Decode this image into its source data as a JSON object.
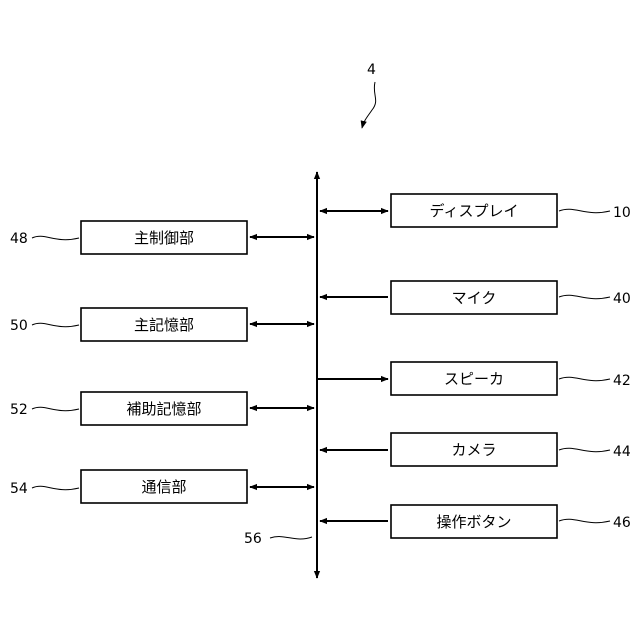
{
  "figure": {
    "overall_ref": "4",
    "bus_ref": "56",
    "left_blocks": [
      {
        "label": "主制御部",
        "ref": "48"
      },
      {
        "label": "主記憶部",
        "ref": "50"
      },
      {
        "label": "補助記憶部",
        "ref": "52"
      },
      {
        "label": "通信部",
        "ref": "54"
      }
    ],
    "right_blocks": [
      {
        "label": "ディスプレイ",
        "ref": "10"
      },
      {
        "label": "マイク",
        "ref": "40"
      },
      {
        "label": "スピーカ",
        "ref": "42"
      },
      {
        "label": "カメラ",
        "ref": "44"
      },
      {
        "label": "操作ボタン",
        "ref": "46"
      }
    ]
  },
  "chart_data": {
    "type": "diagram",
    "nodes": [
      "主制御部",
      "主記憶部",
      "補助記憶部",
      "通信部",
      "ディスプレイ",
      "マイク",
      "スピーカ",
      "カメラ",
      "操作ボタン"
    ],
    "edges": [
      {
        "from": "主制御部",
        "to": "bus",
        "direction": "both"
      },
      {
        "from": "主記憶部",
        "to": "bus",
        "direction": "both"
      },
      {
        "from": "補助記憶部",
        "to": "bus",
        "direction": "both"
      },
      {
        "from": "通信部",
        "to": "bus",
        "direction": "both"
      },
      {
        "from": "ディスプレイ",
        "to": "bus",
        "direction": "both"
      },
      {
        "from": "マイク",
        "to": "bus",
        "direction": "to-bus"
      },
      {
        "from": "bus",
        "to": "スピーカ",
        "direction": "from-bus"
      },
      {
        "from": "カメラ",
        "to": "bus",
        "direction": "to-bus"
      },
      {
        "from": "操作ボタン",
        "to": "bus",
        "direction": "to-bus"
      }
    ]
  }
}
